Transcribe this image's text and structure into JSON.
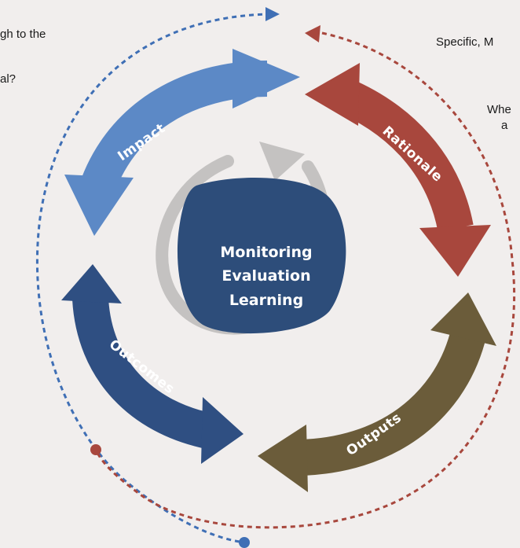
{
  "top_left_text": {
    "line1": "gh to the",
    "line2": "al?"
  },
  "top_right_text": {
    "line1": "Specific, M",
    "line2": "Whe",
    "line3": "a"
  },
  "center": {
    "line1": "Monitoring",
    "line2": "Evaluation",
    "line3": "Learning",
    "color": "#2d4d7a"
  },
  "cycle": [
    {
      "label": "Impact",
      "color": "#5c89c6"
    },
    {
      "label": "Rationale",
      "color": "#a8473d"
    },
    {
      "label": "Outputs",
      "color": "#6b5c3a"
    },
    {
      "label": "Outcomes",
      "color": "#2f4f82"
    }
  ],
  "outer_ring_colors": {
    "blue": "#3f6fb5",
    "red": "#a8473d"
  }
}
